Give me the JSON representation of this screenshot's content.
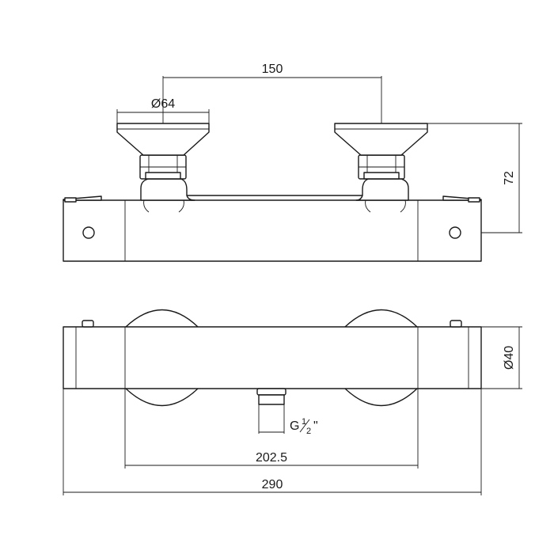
{
  "drawing": {
    "dimensions": {
      "handle_spacing": "150",
      "handle_diameter": "Ø64",
      "height": "72",
      "body_diameter": "Ø40",
      "centre_width": "202.5",
      "total_length": "290",
      "outlet_thread_main": "G",
      "outlet_thread_num": "1",
      "outlet_thread_den": "2",
      "outlet_thread_mark": "\""
    }
  }
}
